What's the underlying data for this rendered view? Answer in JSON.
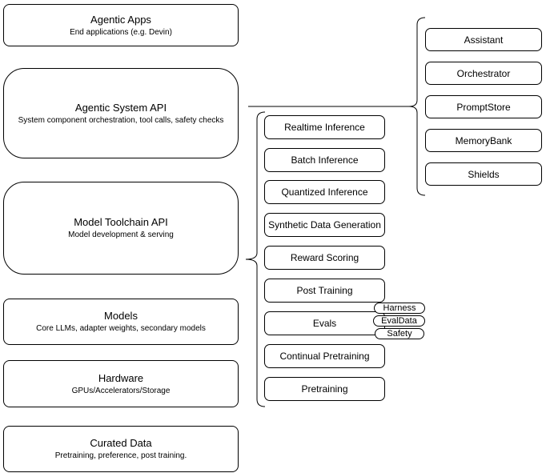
{
  "nodes": {
    "left": [
      {
        "title": "Agentic Apps",
        "subtitle": "End applications (e.g. Devin)"
      },
      {
        "title": "Agentic System API",
        "subtitle": "System component orchestration, tool calls, safety checks"
      },
      {
        "title": "Model Toolchain API",
        "subtitle": "Model development & serving"
      },
      {
        "title": "Models",
        "subtitle": "Core LLMs, adapter weights, secondary models"
      },
      {
        "title": "Hardware",
        "subtitle": "GPUs/Accelerators/Storage"
      },
      {
        "title": "Curated Data",
        "subtitle": "Pretraining, preference, post training."
      }
    ],
    "toolchain_services": [
      {
        "label": "Realtime Inference"
      },
      {
        "label": "Batch Inference"
      },
      {
        "label": "Quantized Inference"
      },
      {
        "label": "Synthetic Data Generation"
      },
      {
        "label": "Reward Scoring"
      },
      {
        "label": "Post Training"
      },
      {
        "label": "Evals"
      },
      {
        "label": "Continual Pretraining"
      },
      {
        "label": "Pretraining"
      }
    ],
    "evals_tags": [
      {
        "label": "Harness"
      },
      {
        "label": "EvalData"
      },
      {
        "label": "Safety"
      }
    ],
    "system_components": [
      {
        "label": "Assistant"
      },
      {
        "label": "Orchestrator"
      },
      {
        "label": "PromptStore"
      },
      {
        "label": "MemoryBank"
      },
      {
        "label": "Shields"
      }
    ]
  },
  "colors": {
    "stroke": "#000000",
    "fill": "#ffffff",
    "background": "#ffffff"
  }
}
